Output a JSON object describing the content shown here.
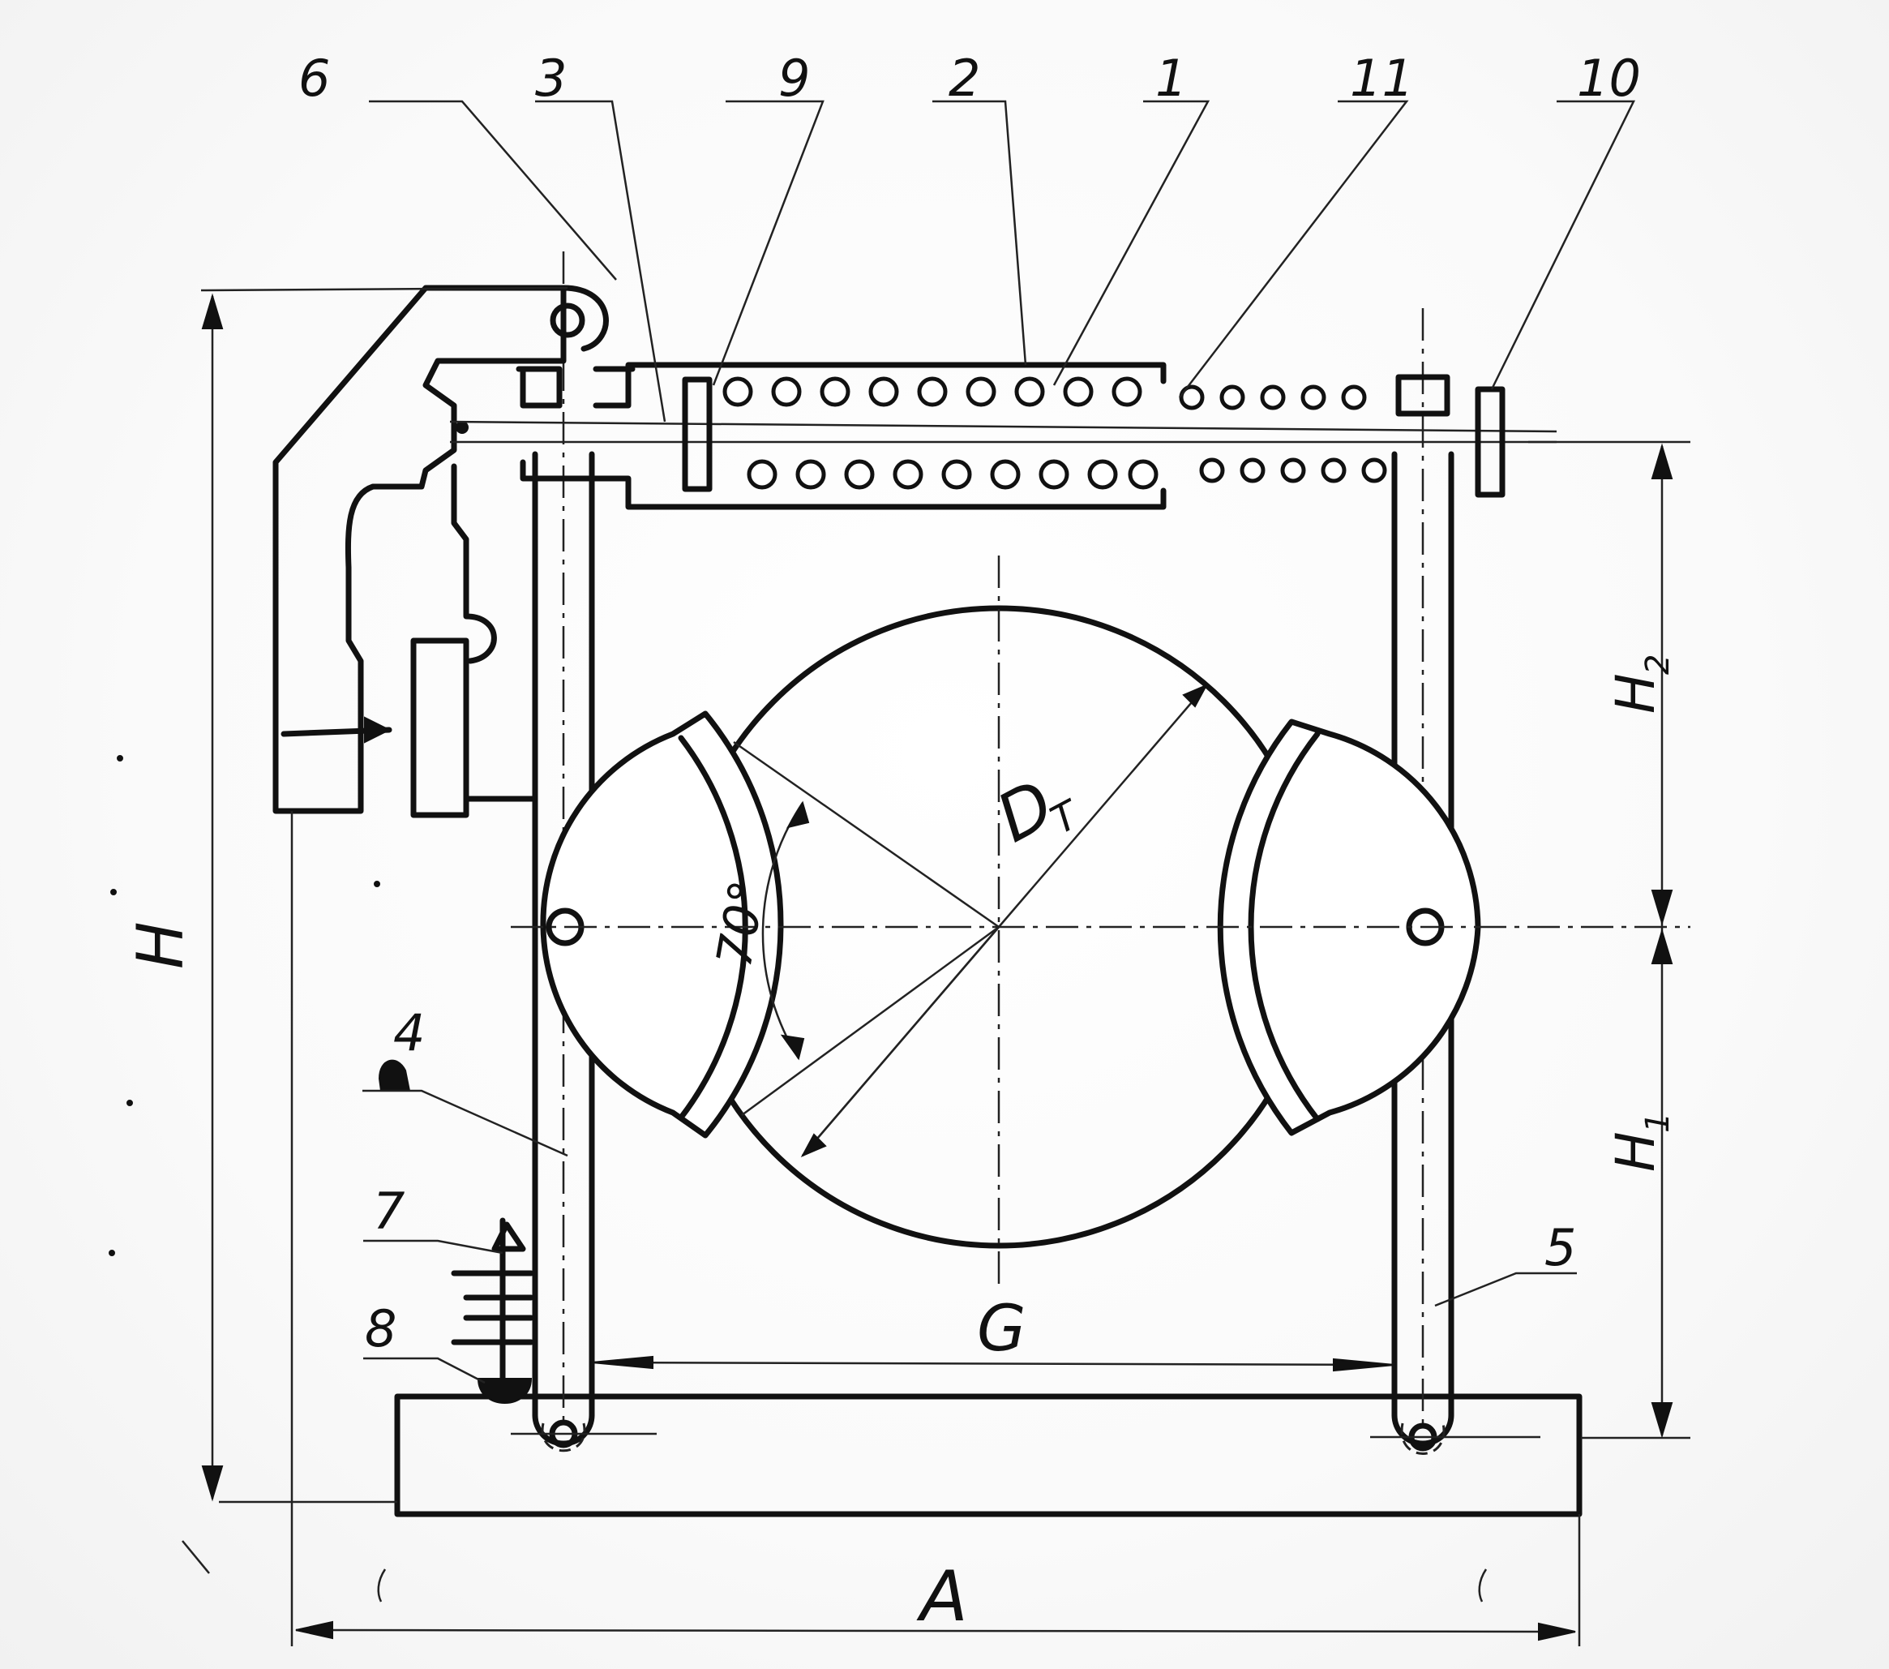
{
  "labels": {
    "part_6": "6",
    "part_3": "3",
    "part_9": "9",
    "part_2": "2",
    "part_1": "1",
    "part_11": "11",
    "part_10": "10",
    "part_4": "4",
    "part_7": "7",
    "part_8": "8",
    "part_5": "5",
    "dim_H": "H",
    "dim_H1": "H",
    "dim_H1_sub": "1",
    "dim_H2": "H",
    "dim_H2_sub": "2",
    "dim_G": "G",
    "dim_A": "A",
    "dim_D": "D",
    "dim_D_sub": "T",
    "angle": "70°"
  },
  "colors": {
    "ink": "#111111",
    "paper": "#fdfdfd"
  }
}
